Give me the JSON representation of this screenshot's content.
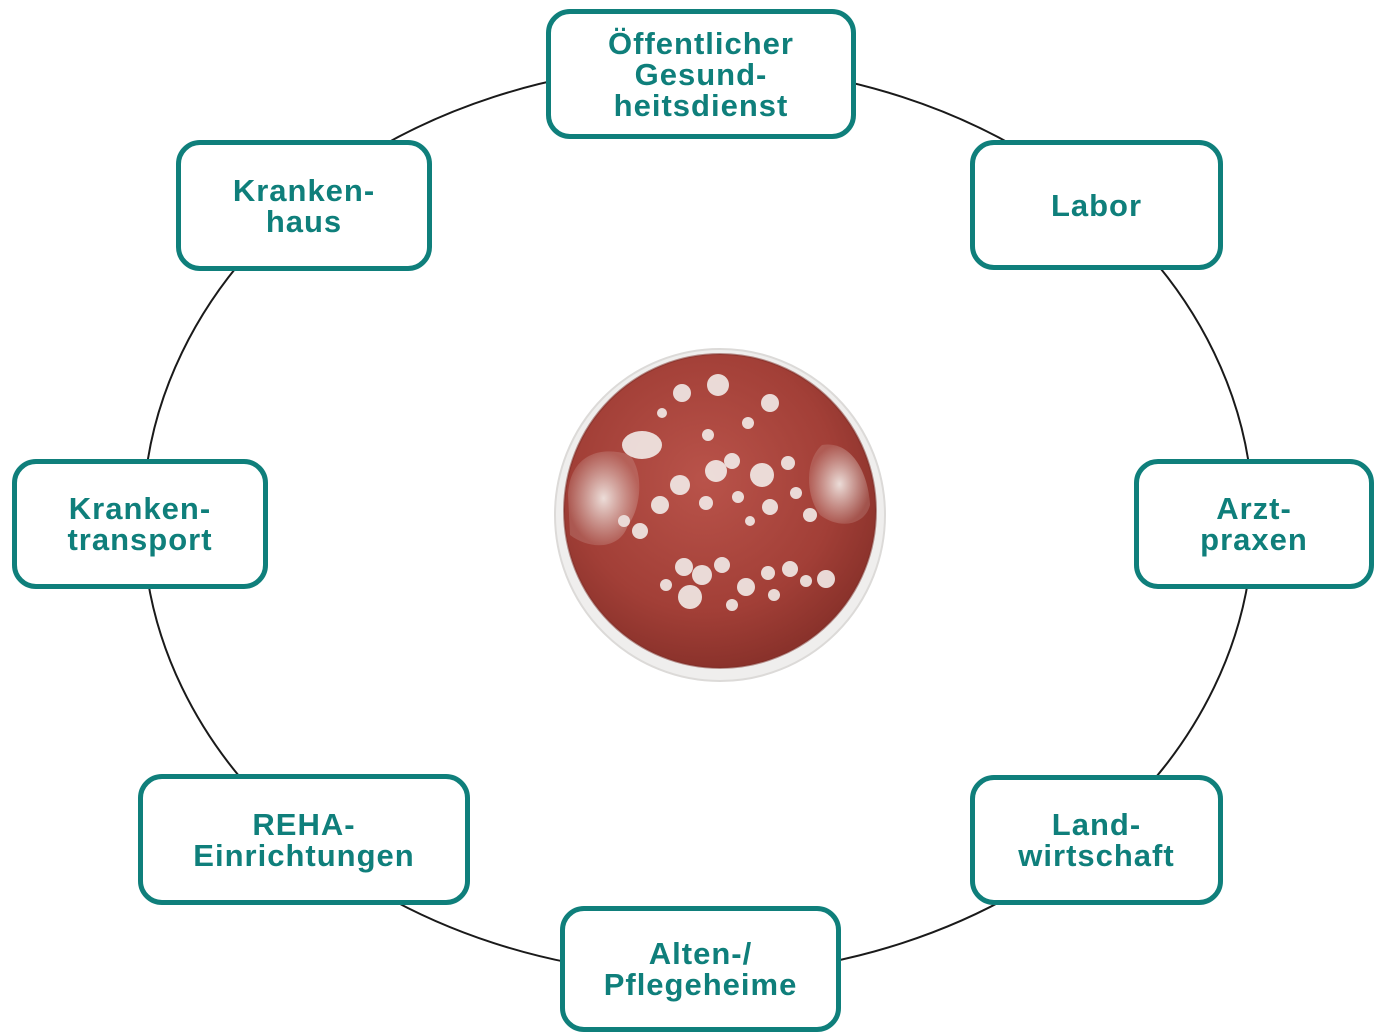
{
  "diagram": {
    "accent_color": "#0f7f7b",
    "line_color": "#1a1a1a",
    "center_image": "blood-agar-petri-dish-with-bacterial-colonies",
    "nodes": [
      {
        "id": "oeffentlicher-gesundheitsdienst",
        "label": "Öffentlicher\nGesund-\nheitsdienst"
      },
      {
        "id": "labor",
        "label": "Labor"
      },
      {
        "id": "arztpraxen",
        "label": "Arzt-\npraxen"
      },
      {
        "id": "landwirtschaft",
        "label": "Land-\nwirtschaft"
      },
      {
        "id": "alten-pflegeheime",
        "label": "Alten-/\nPflegeheime"
      },
      {
        "id": "reha-einrichtungen",
        "label": "REHA-\nEinrichtungen"
      },
      {
        "id": "krankentransport",
        "label": "Kranken-\ntransport"
      },
      {
        "id": "krankenhaus",
        "label": "Kranken-\nhaus"
      }
    ]
  }
}
